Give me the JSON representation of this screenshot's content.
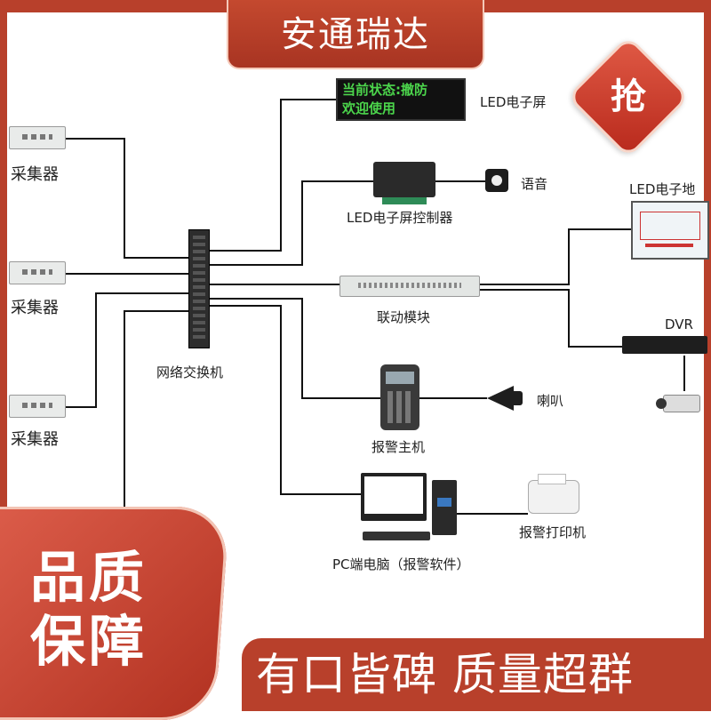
{
  "header": {
    "brand": "安通瑞达",
    "grab_badge": "抢"
  },
  "promo": {
    "quality_line1": "品质",
    "quality_line2": "保障",
    "slogan": "有口皆碑 质量超群"
  },
  "diagram": {
    "collectors": [
      "采集器",
      "采集器",
      "采集器"
    ],
    "switch_label": "网络交换机",
    "led_screen_text": [
      "当前状态:撤防",
      "欢迎使用"
    ],
    "led_screen_label": "LED电子屏",
    "led_controller_label": "LED电子屏控制器",
    "voice_label": "语音",
    "linkage_label": "联动模块",
    "led_map_label": "LED电子地",
    "dvr_label": "DVR",
    "alarm_host_label": "报警主机",
    "horn_label": "喇叭",
    "pc_label": "PC端电脑（报警软件）",
    "printer_label": "报警打印机"
  },
  "colors": {
    "brand_red": "#b8402b",
    "led_green": "#4cd64c"
  }
}
